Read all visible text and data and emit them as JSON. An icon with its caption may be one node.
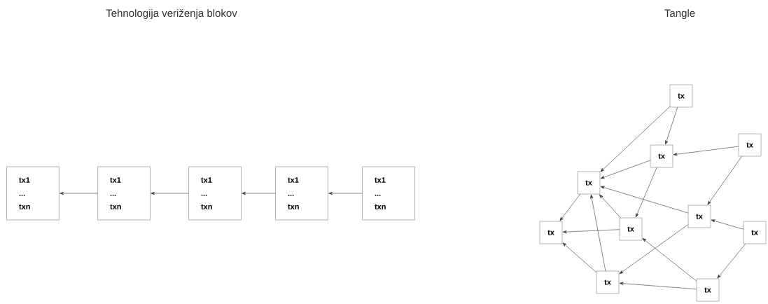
{
  "diagram": {
    "nodes": [
      {
        "text": [
          "tx1",
          "...",
          "txn"
        ]
      },
      {
        "text": [
          "tx1",
          "...",
          "txn"
        ]
      },
      {
        "text": [
          "tx1",
          "...",
          "txn"
        ]
      },
      {
        "text": [
          "tx1",
          "...",
          "txn"
        ]
      },
      {
        "text": [
          "tx1",
          "...",
          "txn"
        ]
      },
      {
        "text": [
          "tx"
        ]
      },
      {
        "text": [
          "tx"
        ]
      },
      {
        "text": [
          "tx"
        ]
      },
      {
        "text": [
          "tx"
        ]
      },
      {
        "text": [
          "tx"
        ]
      },
      {
        "text": [
          "tx"
        ]
      },
      {
        "text": [
          "tx"
        ]
      },
      {
        "text": [
          "tx"
        ]
      },
      {
        "text": [
          "tx"
        ]
      },
      {
        "text": [
          "tx"
        ]
      }
    ],
    "edges": [
      {
        "from": 1,
        "to": 0,
        "arrow": "to"
      },
      {
        "from": 2,
        "to": 1,
        "arrow": "to"
      },
      {
        "from": 3,
        "to": 2,
        "arrow": "to"
      },
      {
        "from": 4,
        "to": 3,
        "arrow": "to"
      },
      {
        "from": 5,
        "to": 7,
        "arrow": "to"
      },
      {
        "from": 5,
        "to": 8,
        "arrow": "to"
      },
      {
        "from": 7,
        "to": 8,
        "arrow": "to"
      },
      {
        "from": 6,
        "to": 7,
        "arrow": "to"
      },
      {
        "from": 6,
        "to": 9,
        "arrow": "to"
      },
      {
        "from": 7,
        "to": 10,
        "arrow": "to"
      },
      {
        "from": 8,
        "to": 11,
        "arrow": "to"
      },
      {
        "from": 10,
        "to": 8,
        "arrow": "to"
      },
      {
        "from": 9,
        "to": 8,
        "arrow": "to"
      },
      {
        "from": 10,
        "to": 11,
        "arrow": "to"
      },
      {
        "from": 9,
        "to": 13,
        "arrow": "to"
      },
      {
        "from": 12,
        "to": 9,
        "arrow": "to"
      },
      {
        "from": 12,
        "to": 14,
        "arrow": "to"
      },
      {
        "from": 13,
        "to": 8,
        "arrow": "to"
      },
      {
        "from": 13,
        "to": 11,
        "arrow": "to"
      },
      {
        "from": 14,
        "to": 13,
        "arrow": "to"
      },
      {
        "from": 14,
        "to": 10,
        "arrow": "to"
      }
    ],
    "labels": [
      "Tehnologija veriženja blokov",
      "Tangle"
    ]
  }
}
